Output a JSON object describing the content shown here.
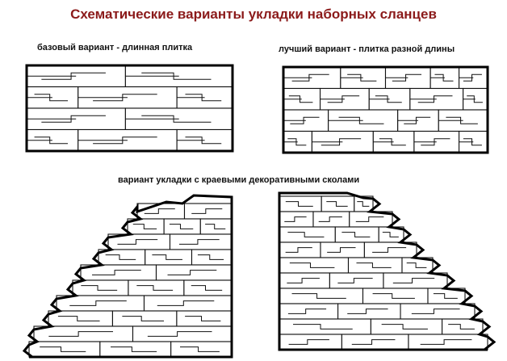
{
  "title": "Схематические варианты укладки наборных сланцев",
  "labels": {
    "base": "базовый вариант - длинная плитка",
    "best": "лучший вариант - плитка разной длины",
    "edge": "вариант укладки с краевыми декоративными сколами"
  }
}
